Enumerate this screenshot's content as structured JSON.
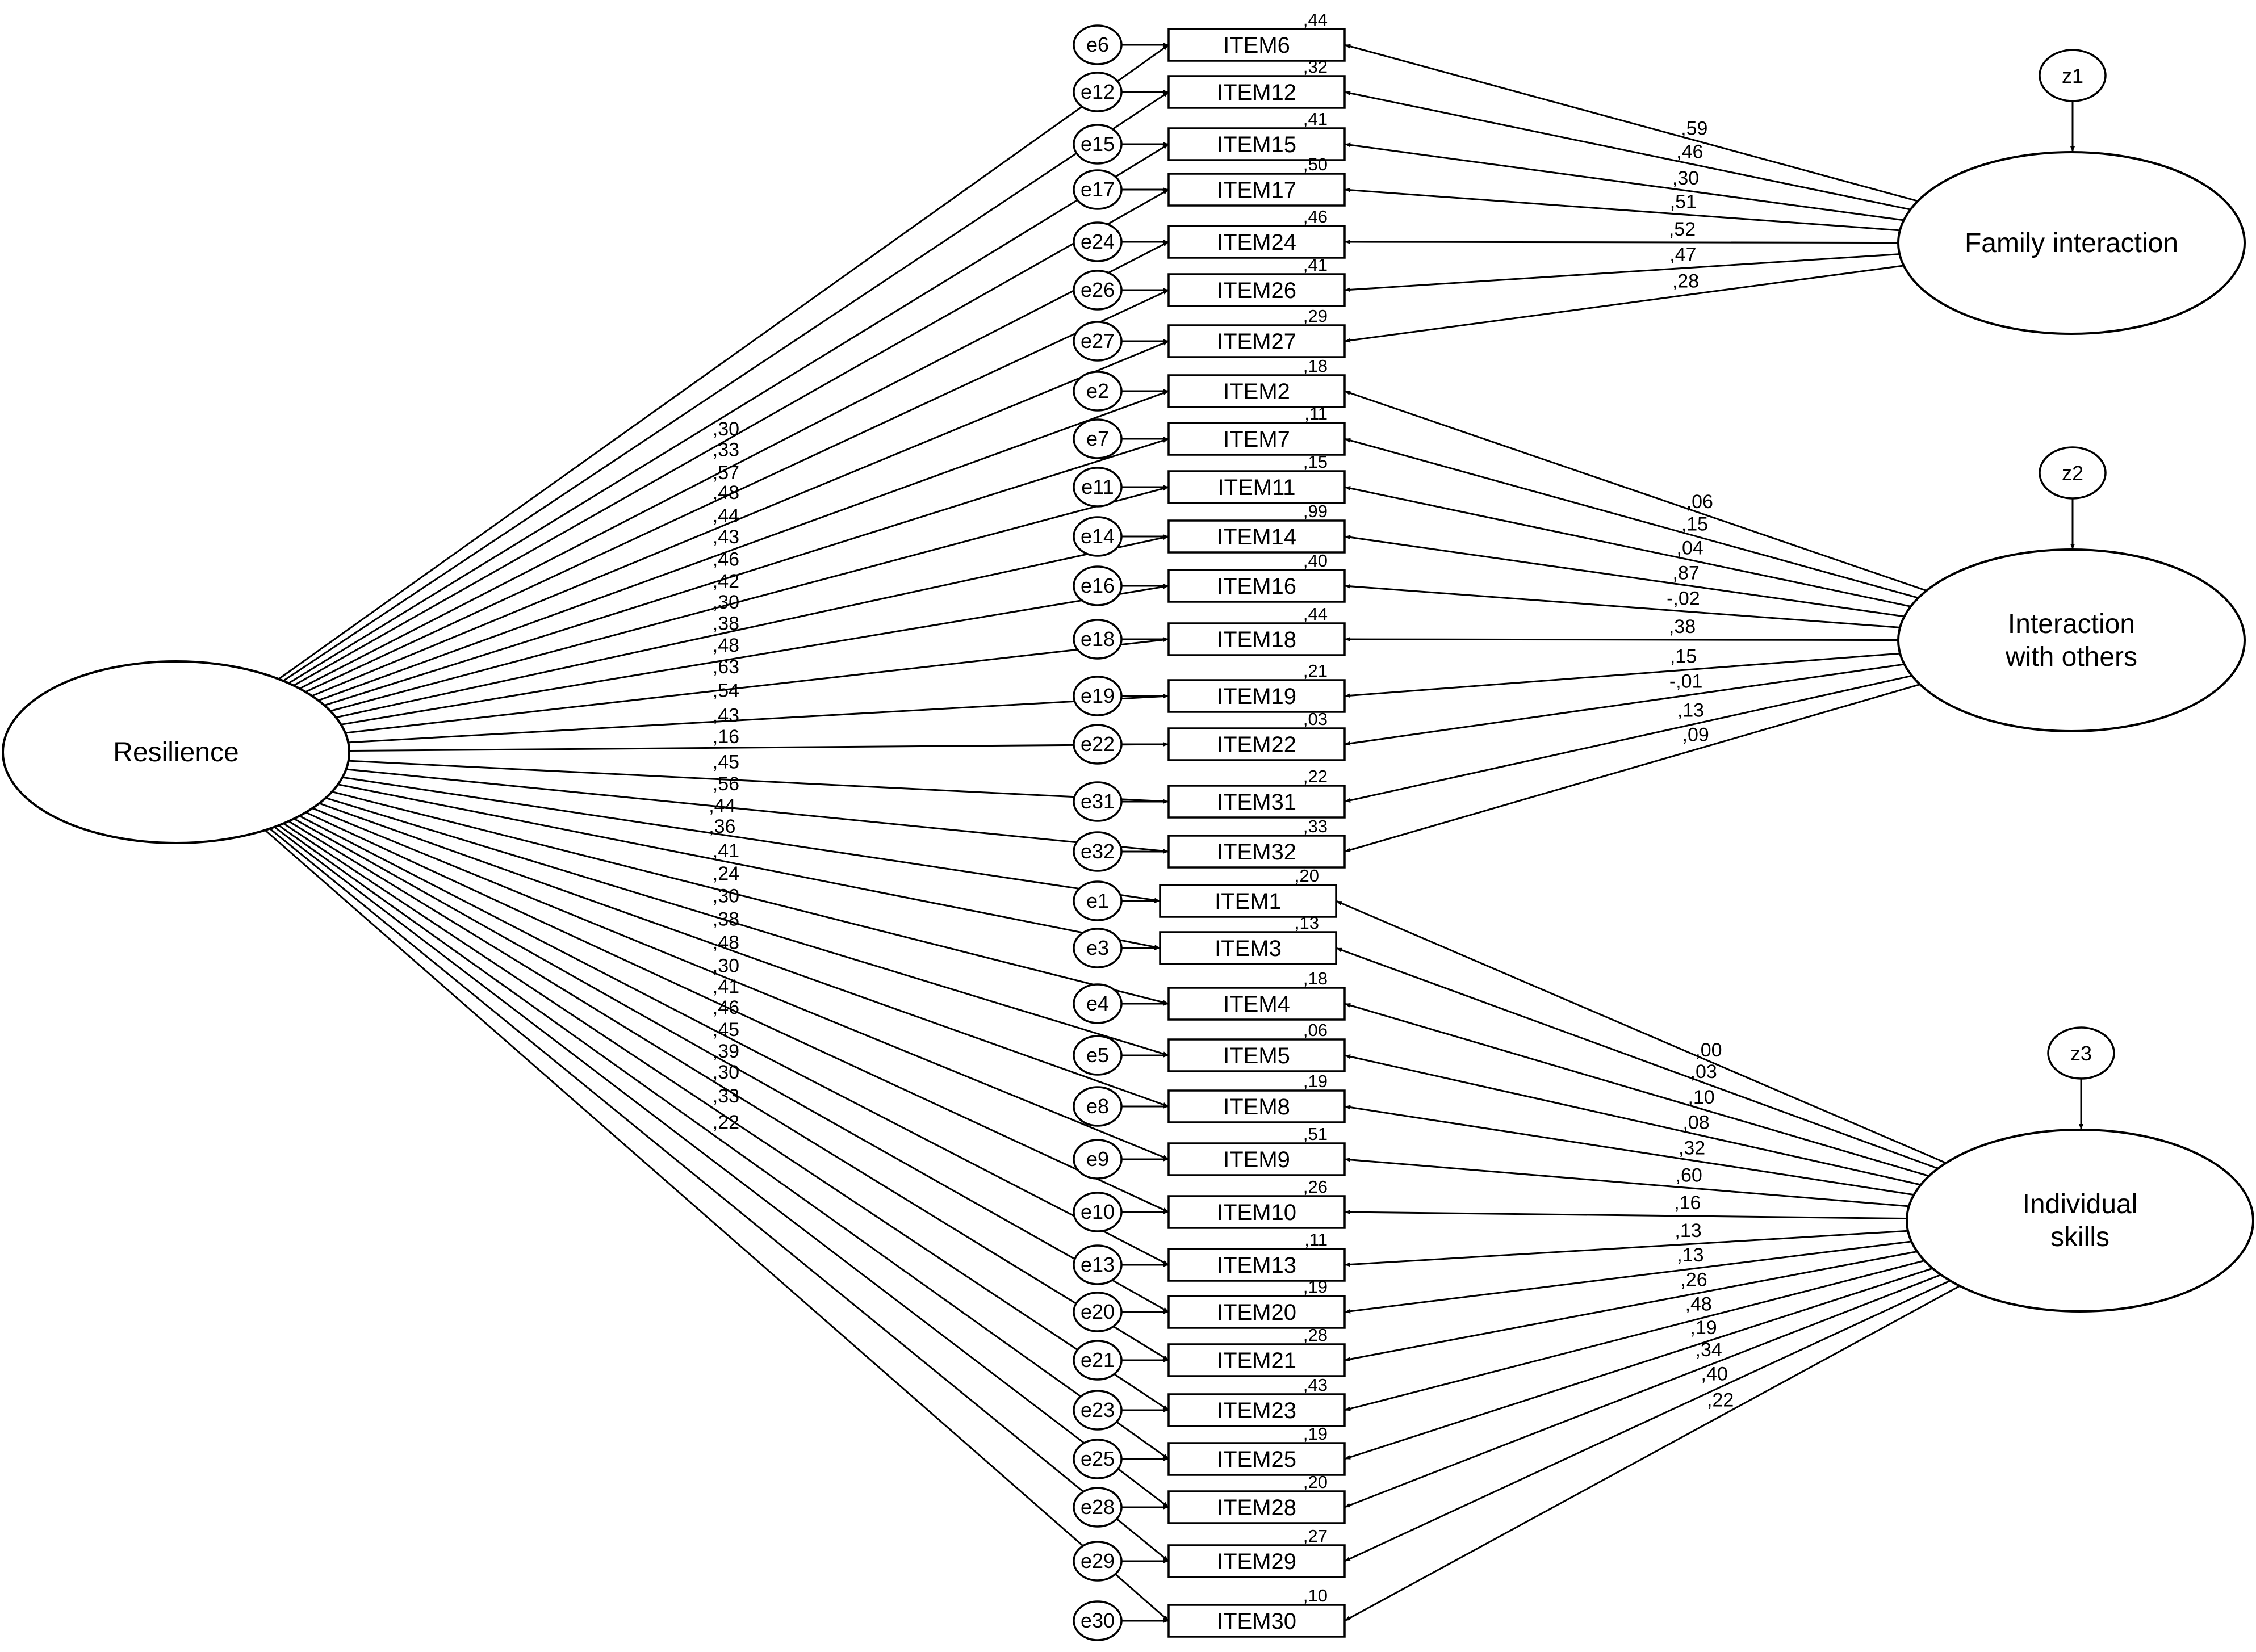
{
  "diagram": {
    "latents": [
      {
        "id": "res",
        "lines": [
          "Resilience"
        ]
      },
      {
        "id": "fam",
        "lines": [
          "Family interaction"
        ]
      },
      {
        "id": "oth",
        "lines": [
          "Interaction",
          "with others"
        ]
      },
      {
        "id": "ind",
        "lines": [
          "Individual",
          "skills"
        ]
      }
    ],
    "disturbances": [
      {
        "label": "z1",
        "target": "fam"
      },
      {
        "label": "z2",
        "target": "oth"
      },
      {
        "label": "z3",
        "target": "ind"
      }
    ],
    "items": [
      {
        "name": "ITEM6",
        "error": "e6",
        "r2": ",44",
        "res_loading": ",30",
        "factor": "fam",
        "factor_loading": ",59"
      },
      {
        "name": "ITEM12",
        "error": "e12",
        "r2": ",32",
        "res_loading": ",33",
        "factor": "fam",
        "factor_loading": ",46"
      },
      {
        "name": "ITEM15",
        "error": "e15",
        "r2": ",41",
        "res_loading": ",57",
        "factor": "fam",
        "factor_loading": ",30"
      },
      {
        "name": "ITEM17",
        "error": "e17",
        "r2": ",50",
        "res_loading": ",48",
        "factor": "fam",
        "factor_loading": ",51"
      },
      {
        "name": "ITEM24",
        "error": "e24",
        "r2": ",46",
        "res_loading": ",44",
        "factor": "fam",
        "factor_loading": ",52"
      },
      {
        "name": "ITEM26",
        "error": "e26",
        "r2": ",41",
        "res_loading": ",43",
        "factor": "fam",
        "factor_loading": ",47"
      },
      {
        "name": "ITEM27",
        "error": "e27",
        "r2": ",29",
        "res_loading": ",46",
        "factor": "fam",
        "factor_loading": ",28"
      },
      {
        "name": "ITEM2",
        "error": "e2",
        "r2": ",18",
        "res_loading": ",42",
        "factor": "oth",
        "factor_loading": ",06"
      },
      {
        "name": "ITEM7",
        "error": "e7",
        "r2": ",11",
        "res_loading": ",30",
        "factor": "oth",
        "factor_loading": ",15"
      },
      {
        "name": "ITEM11",
        "error": "e11",
        "r2": ",15",
        "res_loading": ",38",
        "factor": "oth",
        "factor_loading": ",04"
      },
      {
        "name": "ITEM14",
        "error": "e14",
        "r2": ",99",
        "res_loading": ",48",
        "factor": "oth",
        "factor_loading": ",87"
      },
      {
        "name": "ITEM16",
        "error": "e16",
        "r2": ",40",
        "res_loading": ",63",
        "factor": "oth",
        "factor_loading": "-,02"
      },
      {
        "name": "ITEM18",
        "error": "e18",
        "r2": ",44",
        "res_loading": ",54",
        "factor": "oth",
        "factor_loading": ",38"
      },
      {
        "name": "ITEM19",
        "error": "e19",
        "r2": ",21",
        "res_loading": ",43",
        "factor": "oth",
        "factor_loading": ",15"
      },
      {
        "name": "ITEM22",
        "error": "e22",
        "r2": ",03",
        "res_loading": ",16",
        "factor": "oth",
        "factor_loading": "-,01"
      },
      {
        "name": "ITEM31",
        "error": "e31",
        "r2": ",22",
        "res_loading": ",45",
        "factor": "oth",
        "factor_loading": ",13"
      },
      {
        "name": "ITEM32",
        "error": "e32",
        "r2": ",33",
        "res_loading": ",56",
        "factor": "oth",
        "factor_loading": ",09"
      },
      {
        "name": "ITEM1",
        "error": "e1",
        "r2": ",20",
        "res_loading": ",44",
        "factor": "ind",
        "factor_loading": ",00"
      },
      {
        "name": "ITEM3",
        "error": "e3",
        "r2": ",13",
        "res_loading": ",36",
        "factor": "ind",
        "factor_loading": ",03"
      },
      {
        "name": "ITEM4",
        "error": "e4",
        "r2": ",18",
        "res_loading": ",41",
        "factor": "ind",
        "factor_loading": ",10"
      },
      {
        "name": "ITEM5",
        "error": "e5",
        "r2": ",06",
        "res_loading": ",24",
        "factor": "ind",
        "factor_loading": ",08"
      },
      {
        "name": "ITEM8",
        "error": "e8",
        "r2": ",19",
        "res_loading": ",30",
        "factor": "ind",
        "factor_loading": ",32"
      },
      {
        "name": "ITEM9",
        "error": "e9",
        "r2": ",51",
        "res_loading": ",38",
        "factor": "ind",
        "factor_loading": ",60"
      },
      {
        "name": "ITEM10",
        "error": "e10",
        "r2": ",26",
        "res_loading": ",48",
        "factor": "ind",
        "factor_loading": ",16"
      },
      {
        "name": "ITEM13",
        "error": "e13",
        "r2": ",11",
        "res_loading": ",30",
        "factor": "ind",
        "factor_loading": ",13"
      },
      {
        "name": "ITEM20",
        "error": "e20",
        "r2": ",19",
        "res_loading": ",41",
        "factor": "ind",
        "factor_loading": ",13"
      },
      {
        "name": "ITEM21",
        "error": "e21",
        "r2": ",28",
        "res_loading": ",46",
        "factor": "ind",
        "factor_loading": ",26"
      },
      {
        "name": "ITEM23",
        "error": "e23",
        "r2": ",43",
        "res_loading": ",45",
        "factor": "ind",
        "factor_loading": ",48"
      },
      {
        "name": "ITEM25",
        "error": "e25",
        "r2": ",19",
        "res_loading": ",39",
        "factor": "ind",
        "factor_loading": ",19"
      },
      {
        "name": "ITEM28",
        "error": "e28",
        "r2": ",20",
        "res_loading": ",30",
        "factor": "ind",
        "factor_loading": ",34"
      },
      {
        "name": "ITEM29",
        "error": "e29",
        "r2": ",27",
        "res_loading": ",33",
        "factor": "ind",
        "factor_loading": ",40"
      },
      {
        "name": "ITEM30",
        "error": "e30",
        "r2": ",10",
        "res_loading": ",22",
        "factor": "ind",
        "factor_loading": ",22"
      }
    ]
  }
}
